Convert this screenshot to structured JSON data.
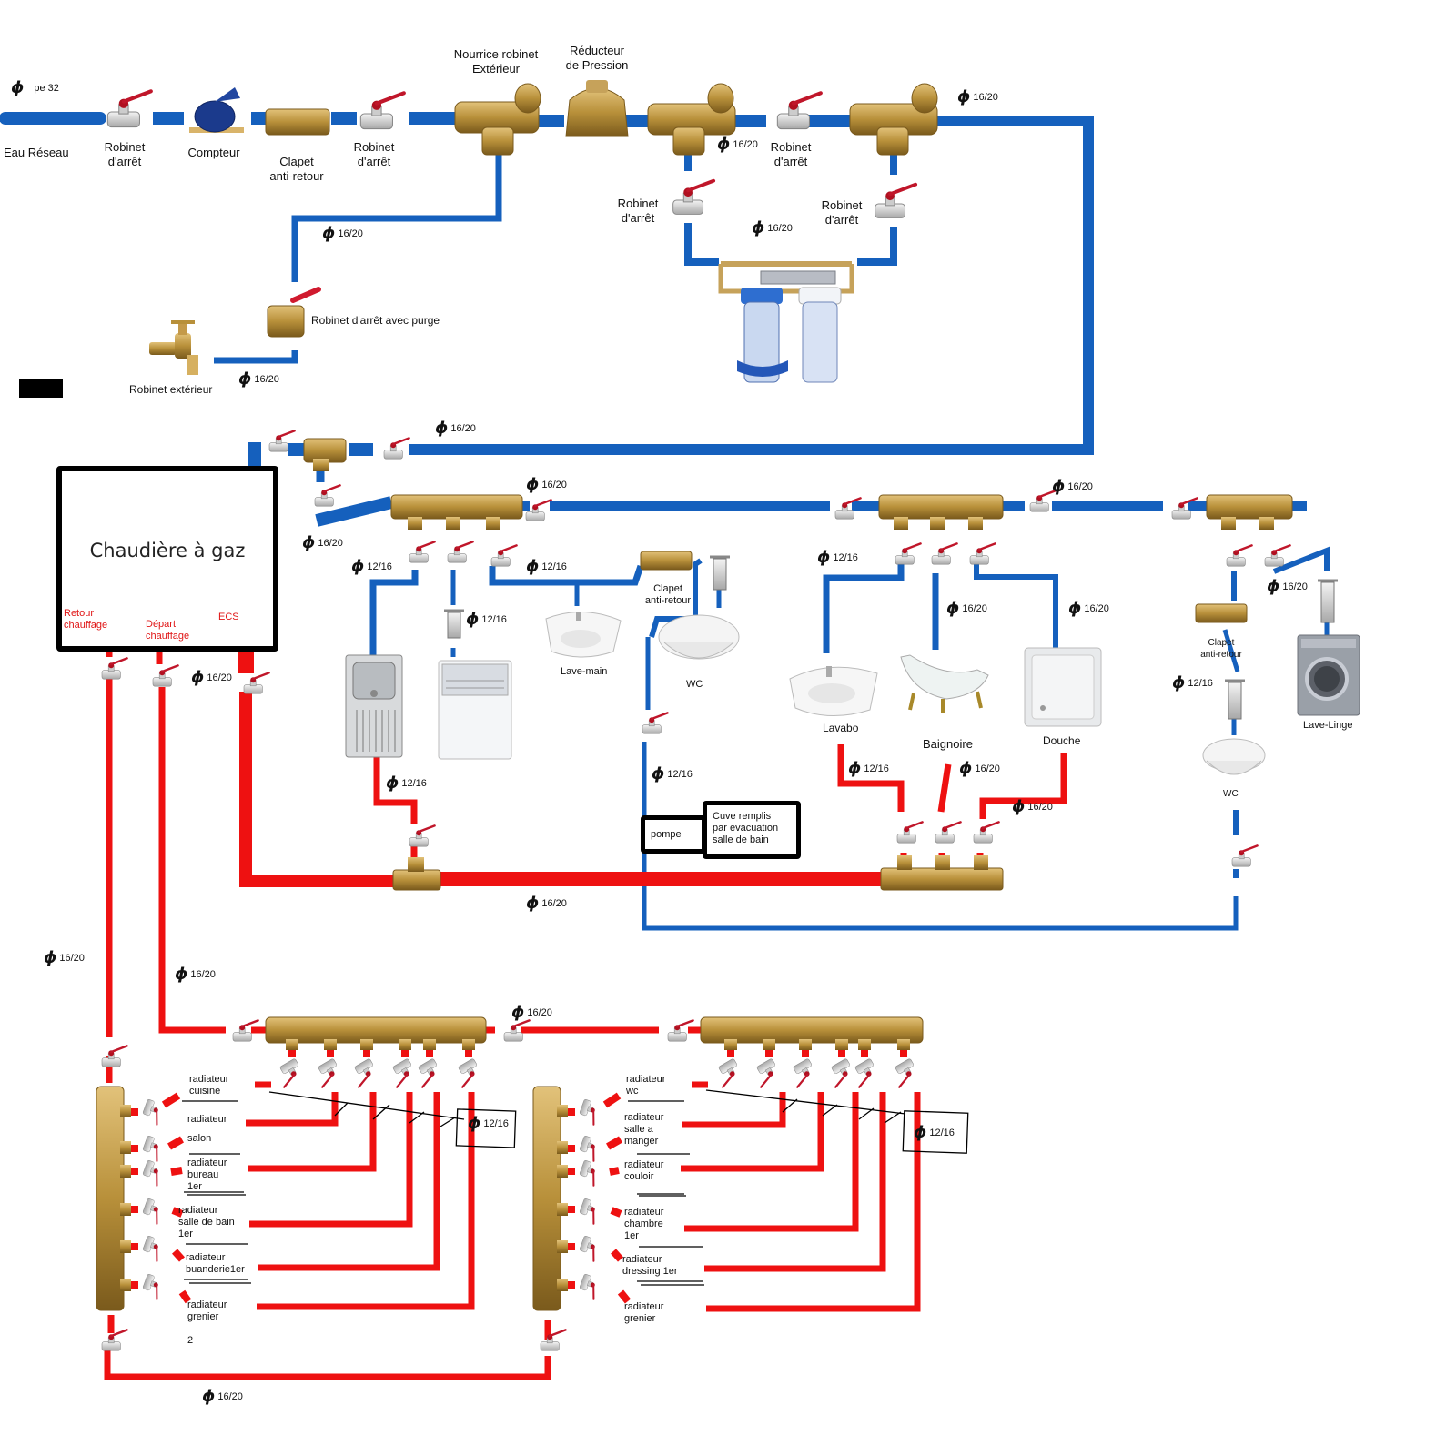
{
  "colors": {
    "cold_pipe": "#1560bd",
    "hot_pipe": "#ee1111",
    "brass": "#b8903a",
    "valve_handle": "#c0162a",
    "outline": "#000000"
  },
  "supply_line": {
    "diameter_label": "pe 32",
    "source_label": "Eau Réseau",
    "components": [
      {
        "id": "robinet-1",
        "label": "Robinet\nd'arrêt"
      },
      {
        "id": "compteur",
        "label": "Compteur"
      },
      {
        "id": "clapet",
        "label": "Clapet\nanti-retour"
      },
      {
        "id": "robinet-2",
        "label": "Robinet\nd'arrêt"
      },
      {
        "id": "nourrice-ext",
        "label": "Nourrice robinet\nExtérieur"
      },
      {
        "id": "reducteur",
        "label": "Réducteur\nde Pression"
      },
      {
        "id": "robinet-3",
        "label": "Robinet\nd'arrêt"
      },
      {
        "id": "robinet-filtre-1",
        "label": "Robinet\nd'arrêt"
      },
      {
        "id": "robinet-filtre-2",
        "label": "Robinet\nd'arrêt"
      }
    ]
  },
  "outdoor": {
    "purge_valve_label": "Robinet d'arrêt avec purge",
    "tap_label": "Robinet extérieur"
  },
  "diameters": {
    "d1620": "16/20",
    "d1216": "12/16"
  },
  "boiler": {
    "title": "Chaudière à gaz",
    "ports": {
      "retour": "Retour\nchauffage",
      "depart": "Départ\nchauffage",
      "ecs": "ECS"
    }
  },
  "fixtures": {
    "lave_main": "Lave-main",
    "wc": "WC",
    "clapet": "Clapet\nanti-retour",
    "lavabo": "Lavabo",
    "baignoire": "Baignoire",
    "douche": "Douche",
    "clapet_2": "Clapet\nanti-retour",
    "wc_2": "WC",
    "lave_linge": "Lave-Linge"
  },
  "pump": {
    "label": "pompe",
    "tank_label": "Cuve remplis\npar evacuation\nsalle de bain"
  },
  "heating": {
    "manifold_1_radiators": [
      "radiateur\ncuisine",
      "radiateur\nsalon",
      "radiateur\nbureau\n1er",
      "radiateur\nsalle de bain\n1er",
      "radiateur\nbuanderie1er",
      "radiateur\ngrenier\n\n2"
    ],
    "manifold_2_radiators": [
      "radiateur\nwc",
      "radiateur\nsalle a\nmanger",
      "radiateur\ncouloir",
      "radiateur\nchambre\n1er",
      "radiateur\ndressing 1er",
      "radiateur\ngrenier"
    ]
  }
}
